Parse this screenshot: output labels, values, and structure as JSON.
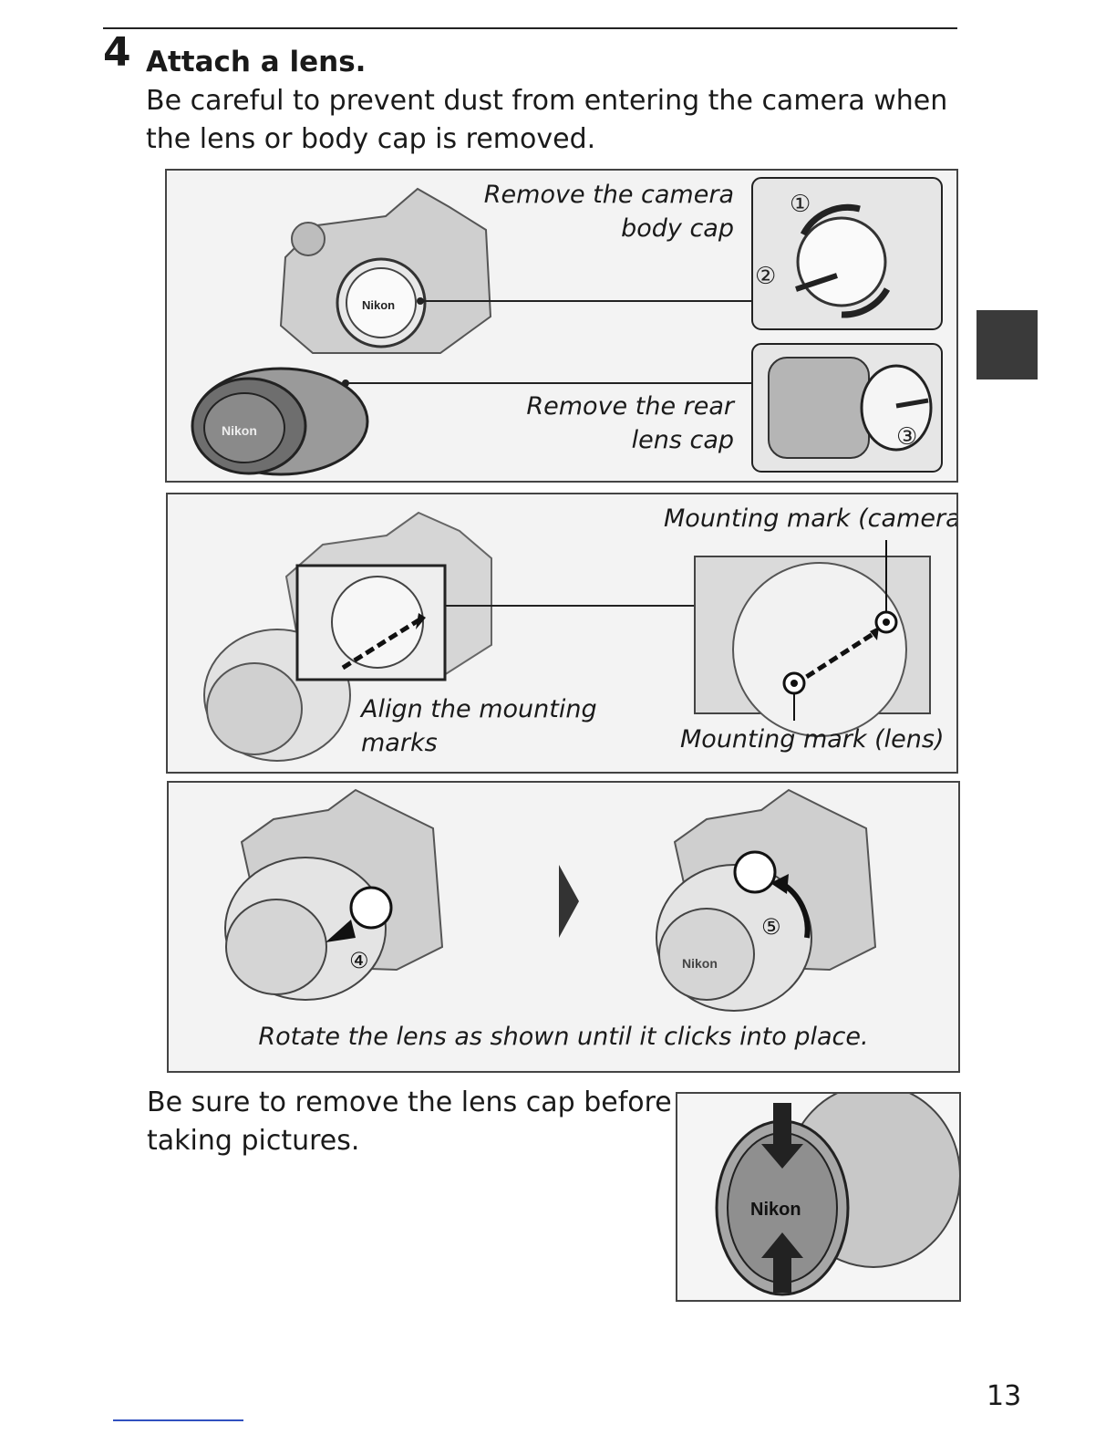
{
  "step": {
    "number": "4",
    "title": "Attach a lens.",
    "intro_line1": "Be careful to prevent dust from entering the camera when",
    "intro_line2": "the lens or body cap is removed."
  },
  "panel1": {
    "body_cap_line1": "Remove the camera",
    "body_cap_line2": "body cap",
    "rear_cap_line1": "Remove the rear",
    "rear_cap_line2": "lens cap",
    "step1": "①",
    "step2": "②",
    "step3": "③",
    "brand": "Nikon"
  },
  "panel2": {
    "mark_camera": "Mounting mark (camera)",
    "align_line1": "Align the mounting",
    "align_line2": "marks",
    "mark_lens": "Mounting mark (lens)"
  },
  "panel3": {
    "step4": "④",
    "step5": "⑤",
    "caption": "Rotate the lens as shown until it clicks into place.",
    "brand": "Nikon"
  },
  "cap_note": {
    "line1": "Be sure to remove the lens cap before",
    "line2": "taking pictures.",
    "brand": "Nikon"
  },
  "page_number": "13"
}
